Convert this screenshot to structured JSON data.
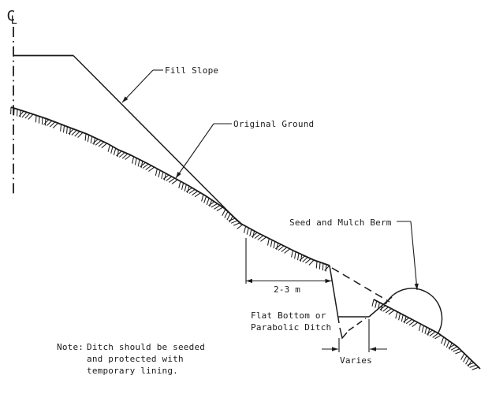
{
  "diagram": {
    "type": "engineering-cross-section",
    "colors": {
      "ink": "#1b1b1b",
      "background": "#ffffff"
    },
    "centerline_symbol": {
      "part_c": "C",
      "part_l": "L"
    },
    "labels": {
      "fill_slope": "Fill Slope",
      "original_ground": "Original Ground",
      "seed_mulch_berm": "Seed and Mulch Berm",
      "bench_width_dim": "2-3 m",
      "ditch_type_line1": "Flat Bottom or",
      "ditch_type_line2": "Parabolic Ditch",
      "ditch_width_dim": "Varies"
    },
    "note": {
      "prefix": "Note:",
      "lines": [
        "Ditch should be seeded",
        "and protected with",
        "temporary lining."
      ]
    }
  }
}
